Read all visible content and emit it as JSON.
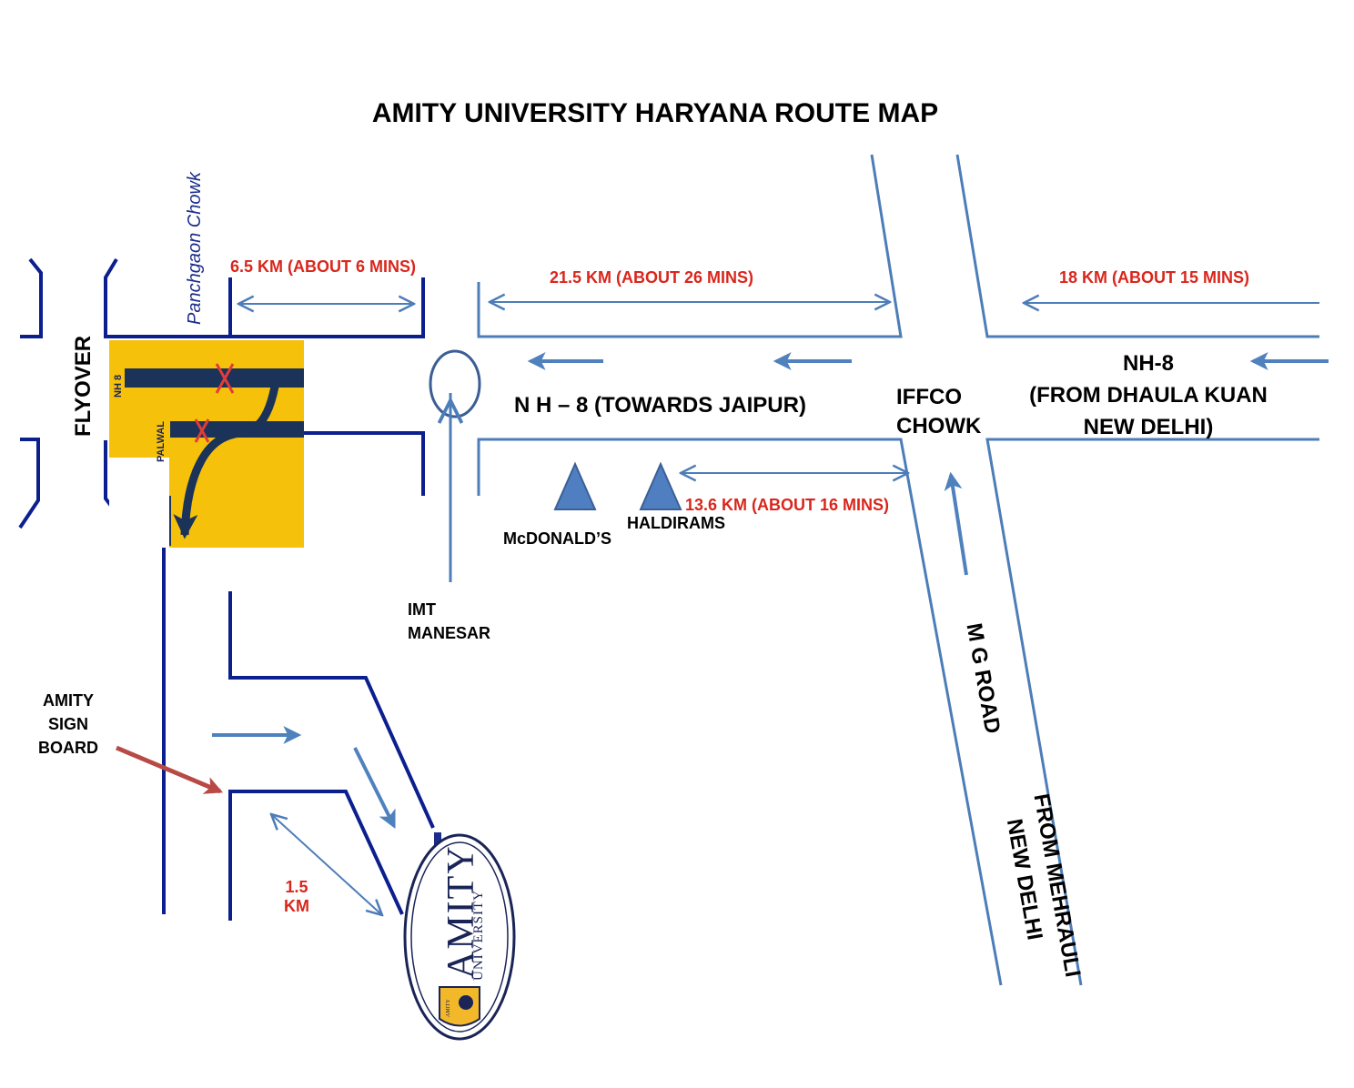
{
  "title": "AMITY UNIVERSITY HARYANA ROUTE MAP",
  "colors": {
    "road_dark": "#0c1f8e",
    "road_light": "#4d7db8",
    "arrow": "#4f81bd",
    "distance_text": "#d9261c",
    "inset_bg": "#f6c10b",
    "inset_road": "#1b3358",
    "sign_arrow": "#b84a45",
    "landmark": "#4f7fc0",
    "blocked": "#e23b3b"
  },
  "distances": {
    "panchgaon_to_manesar": "6.5 KM (ABOUT  6 MINS)",
    "manesar_to_iffco": "21.5 KM (ABOUT 26 MINS)",
    "delhi_to_iffco": "18 KM (ABOUT 15 MINS)",
    "haldirams_to_iffco": "13.6 KM (ABOUT 16 MINS)",
    "sign_to_amity_line1": "1.5",
    "sign_to_amity_line2": "KM"
  },
  "places": {
    "panchgaon": "Panchgaon Chowk",
    "flyover": "FLYOVER",
    "nh8_inset": "NH 8",
    "palwal_inset": "PALWAL",
    "nh8_towards": "N H – 8 (TOWARDS JAIPUR)",
    "iffco_line1": "IFFCO",
    "iffco_line2": "CHOWK",
    "nh8_from_line1": "NH-8",
    "nh8_from_line2": "(FROM DHAULA KUAN",
    "nh8_from_line3": "NEW DELHI)",
    "mcdonalds": "McDONALD’S",
    "haldirams": "HALDIRAMS",
    "imt_line1": "IMT",
    "imt_line2": "MANESAR",
    "mg_road": "M G ROAD",
    "mehrauli_line1": "FROM MEHRAULI",
    "mehrauli_line2": "NEW DELHI",
    "sign_line1": "AMITY",
    "sign_line2": "SIGN",
    "sign_line3": "BOARD"
  },
  "logo": {
    "line1": "AMITY",
    "line2": "UNIVERSITY",
    "line3": "AMITY"
  },
  "icons": [
    "roundabout-icon",
    "landmark-triangle-icon",
    "blocked-x-icon",
    "direction-arrow-icon",
    "university-logo"
  ]
}
